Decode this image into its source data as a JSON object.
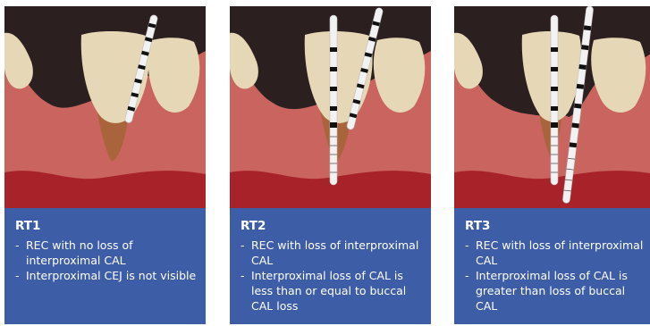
{
  "colors": {
    "background": "#2b1f1f",
    "gum": "#c9645e",
    "gum_deep": "#a8222a",
    "tooth": "#e6d8b6",
    "root_exposed": "#a9643b",
    "caption_bg": "#3e5da7",
    "caption_text": "#ffffff",
    "probe_light": "#f2f2f2",
    "probe_dark": "#111111"
  },
  "panels": [
    {
      "title": "RT1",
      "bullets": [
        {
          "dash": "-",
          "text": "REC with no loss of interproximal CAL"
        },
        {
          "dash": "-",
          "text": "Interproximal CEJ is not visible"
        }
      ]
    },
    {
      "title": "RT2",
      "bullets": [
        {
          "dash": "-",
          "text": "REC with loss of interproximal CAL"
        },
        {
          "dash": "-",
          "text": "Interproximal loss of CAL is less than or equal to buccal CAL loss"
        }
      ]
    },
    {
      "title": "RT3",
      "bullets": [
        {
          "dash": "-",
          "text": "REC with loss of interproximal CAL"
        },
        {
          "dash": "-",
          "text": "Interproximal loss of CAL is greater than loss of buccal CAL"
        }
      ]
    }
  ]
}
